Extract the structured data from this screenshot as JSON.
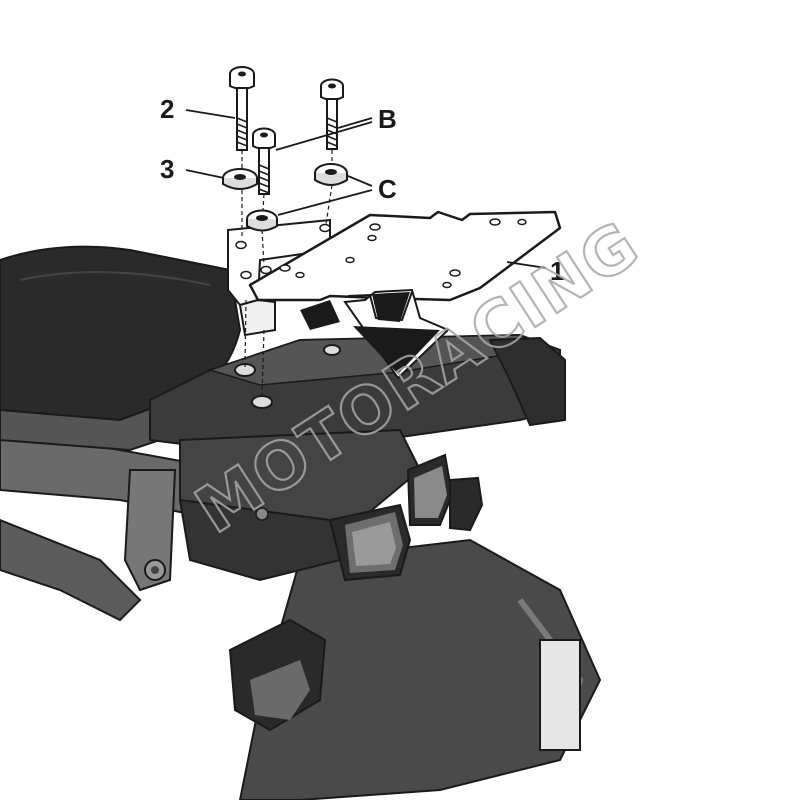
{
  "callouts": {
    "c1": "1",
    "c2": "2",
    "c3": "3",
    "cB": "B",
    "cC": "C"
  },
  "watermark": "MOTORACING",
  "colors": {
    "line": "#1a1a1a",
    "body_dark": "#3b3b3b",
    "body_mid": "#5a5a5a",
    "seat": "#2a2a2a",
    "plate": "#ffffff",
    "watermark": "#a8a8a8"
  }
}
